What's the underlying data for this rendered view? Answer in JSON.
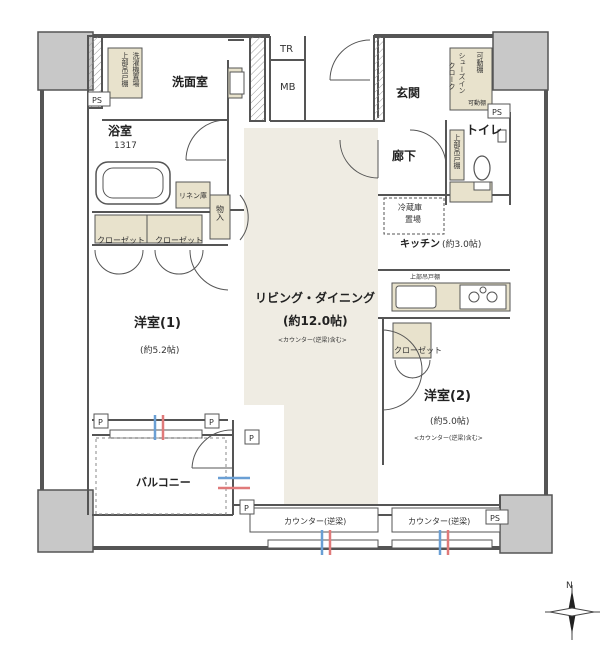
{
  "plan": {
    "rooms": {
      "washroom": "洗面室",
      "bath": "浴室",
      "bath_size": "1317",
      "entrance": "玄関",
      "corridor": "廊下",
      "toilet": "トイレ",
      "kitchen": "キッチン",
      "kitchen_size": "(約3.0帖)",
      "living": "リビング・ダイニング",
      "living_size": "(約12.0帖)",
      "living_note": "<カウンター(逆梁)含む>",
      "bedroom1": "洋室(1)",
      "bedroom1_size": "(約5.2帖)",
      "bedroom2": "洋室(2)",
      "bedroom2_size": "(約5.0帖)",
      "bedroom2_note": "<カウンター(逆梁)含む>",
      "balcony": "バルコニー"
    },
    "fixtures": {
      "tr": "TR",
      "mb": "MB",
      "ps1": "PS",
      "ps2": "PS",
      "ps3": "PS",
      "washer_area": "洗濯機置場",
      "upper_cabinet_wash": "上部吊戸棚",
      "shoes_in_cloak": "シューズイン",
      "shoes_in_cloak2": "クローク",
      "movable_shelf": "可動棚",
      "movable_shelf2": "可動棚",
      "upper_cabinet_toilet": "上部吊戸棚",
      "linen": "リネン庫",
      "storage": "物入",
      "fridge": "冷蔵庫",
      "fridge2": "置場",
      "upper_cabinet_kitchen": "上部吊戸棚",
      "closet1": "クローゼット",
      "closet2": "クローゼット",
      "closet3": "クローゼット",
      "counter1": "カウンター(逆梁)",
      "counter2": "カウンター(逆梁)",
      "p1": "P",
      "p2": "P",
      "p3": "P",
      "p4": "P"
    },
    "compass": {
      "north": "N"
    }
  }
}
